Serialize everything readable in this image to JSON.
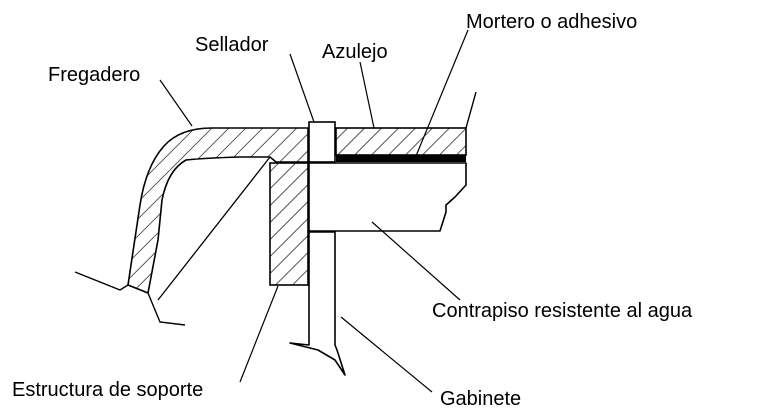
{
  "labels": {
    "fregadero": "Fregadero",
    "sellador": "Sellador",
    "azulejo": "Azulejo",
    "mortero": "Mortero o adhesivo",
    "contrapiso": "Contrapiso resistente al agua",
    "estructura": "Estructura de soporte",
    "gabinete": "Gabinete"
  },
  "colors": {
    "ink": "#000000",
    "paper": "#ffffff"
  }
}
